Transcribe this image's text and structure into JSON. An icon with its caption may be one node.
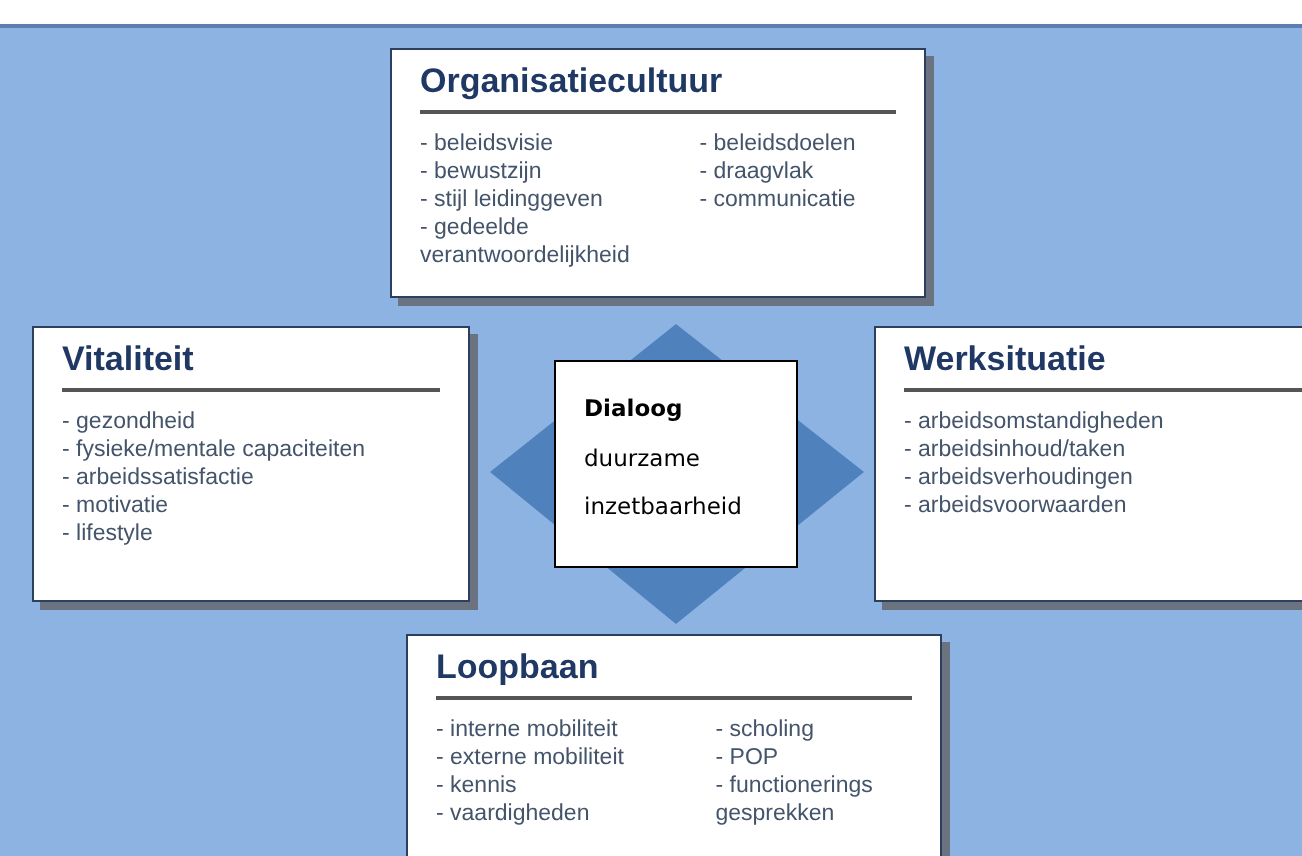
{
  "diagram": {
    "nodes": [
      {
        "text": [
          "Organisatiecultuur",
          "- beleidsvisie",
          "- bewustzijn",
          "- stijl leidinggeven",
          "- gedeelde verantwoordelijkheid",
          "- beleidsdoelen",
          "- draagvlak",
          "- communicatie"
        ]
      },
      {
        "text": [
          "Vitaliteit",
          "- gezondheid",
          "- fysieke/mentale capaciteiten",
          "- arbeidssatisfactie",
          "- motivatie",
          "- lifestyle"
        ]
      },
      {
        "text": [
          "Dialoog",
          "duurzame inzetbaarheid"
        ]
      },
      {
        "text": [
          "Werksituatie",
          "- arbeidsomstandigheden",
          "- arbeidsinhoud/taken",
          "- arbeidsverhoudingen",
          "- arbeidsvoorwaarden"
        ]
      },
      {
        "text": [
          "Loopbaan",
          "- interne mobiliteit",
          "- externe mobiliteit",
          "- kennis",
          "- vaardigheden",
          "- scholing",
          "- POP",
          "- functionerings gesprekken"
        ]
      }
    ],
    "edges": []
  }
}
